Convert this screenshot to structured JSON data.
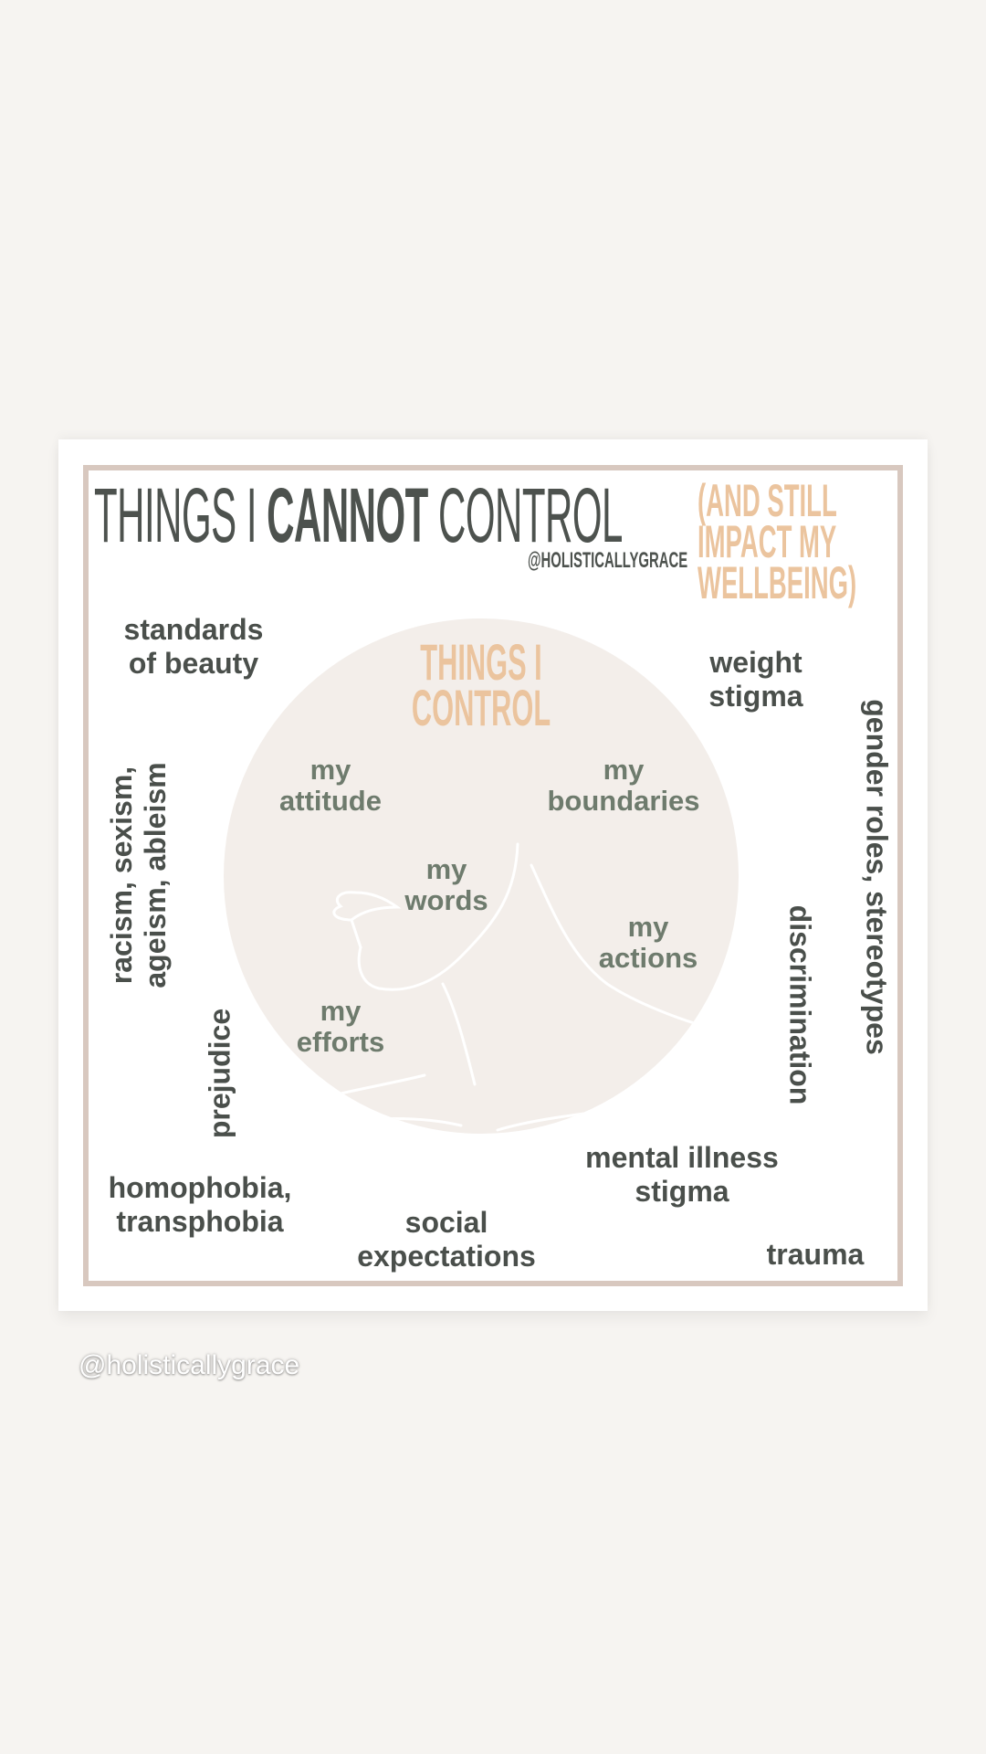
{
  "header": {
    "title_part1": "THINGS I",
    "title_part2": "CANNOT",
    "title_part3": "CONTROL",
    "subtitle_lines": [
      "(AND STILL",
      "IMPACT MY",
      "WELLBEING)"
    ],
    "handle": "@HOLISTICALLYGRACE"
  },
  "circle": {
    "title_lines": [
      "THINGS I",
      "CONTROL"
    ],
    "items": [
      {
        "l1": "my",
        "l2": "attitude"
      },
      {
        "l1": "my",
        "l2": "boundaries"
      },
      {
        "l1": "my",
        "l2": "words"
      },
      {
        "l1": "my",
        "l2": "actions"
      },
      {
        "l1": "my",
        "l2": "efforts"
      }
    ]
  },
  "outside": {
    "standards": [
      "standards",
      "of beauty"
    ],
    "weight": [
      "weight",
      "stigma"
    ],
    "gender": "gender roles, stereotypes",
    "discrimination": "discrimination",
    "racism": [
      "racism, sexism,",
      "ageism, ableism"
    ],
    "prejudice": "prejudice",
    "mental": [
      "mental illness",
      "stigma"
    ],
    "homophobia": [
      "homophobia,",
      "transphobia"
    ],
    "social": [
      "social",
      "expectations"
    ],
    "trauma": "trauma"
  },
  "watermark": "@holisticallygrace",
  "colors": {
    "dark": "#4a4f4b",
    "green": "#6e7b6d",
    "orange": "#ebc49e",
    "frame": "#d8c8bf",
    "circle": "#f3eeea"
  }
}
